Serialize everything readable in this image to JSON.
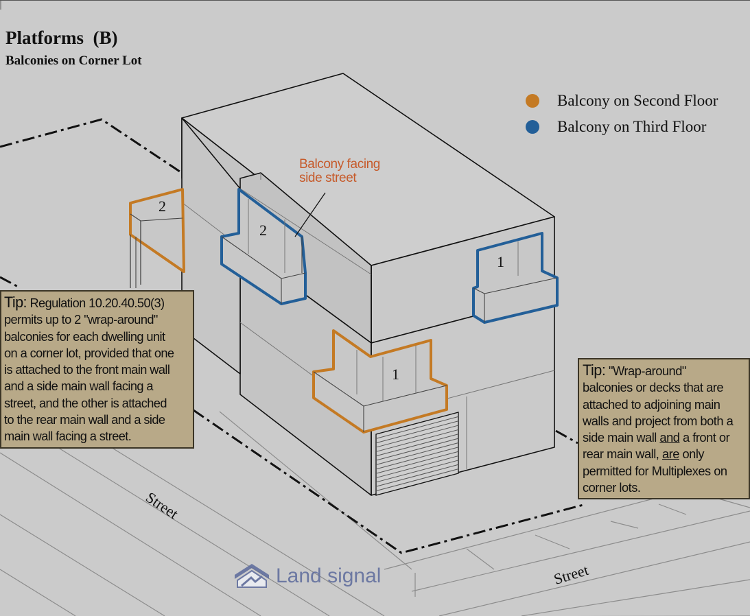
{
  "header": {
    "title": "Platforms  (B)",
    "subtitle": "Balconies on Corner Lot"
  },
  "legend": {
    "items": [
      {
        "label": "Balcony on Second Floor",
        "color": "#c47a24"
      },
      {
        "label": "Balcony on Third Floor",
        "color": "#235f98"
      }
    ]
  },
  "callout": {
    "line1": "Balcony facing",
    "line2": "side street",
    "color": "#c65a2a"
  },
  "balcony_numbers": {
    "third_side": "2",
    "third_front": "1",
    "second_side": "2",
    "second_front": "1"
  },
  "tips": {
    "left": {
      "lead": "Tip:",
      "lines": [
        " Regulation 10.20.40.50(3)",
        "permits up to 2 \"wrap-around\"",
        "balconies for each dwelling unit",
        "on a corner lot, provided that one",
        "is attached to the front main wall",
        "and a side main wall facing a",
        "street, and the other is attached",
        "to the rear main wall and a side",
        "main wall facing a street."
      ]
    },
    "right": {
      "lead": "Tip:",
      "line1": " \"Wrap-around\"",
      "line2": "balconies or decks that are",
      "line3": "attached to adjoining main",
      "line4a": "walls and project from both a",
      "line5a": "side main wall ",
      "line5u": "and",
      "line5b": " a front or",
      "line6a": "rear main wall, ",
      "line6u": "are",
      "line6b": " only",
      "line7": "permitted for Multiplexes on",
      "line8": "corner lots."
    }
  },
  "streets": {
    "left": "Street",
    "right": "Street"
  },
  "logo": {
    "text": "Land signal",
    "icon": "land-signal-logo-icon"
  }
}
